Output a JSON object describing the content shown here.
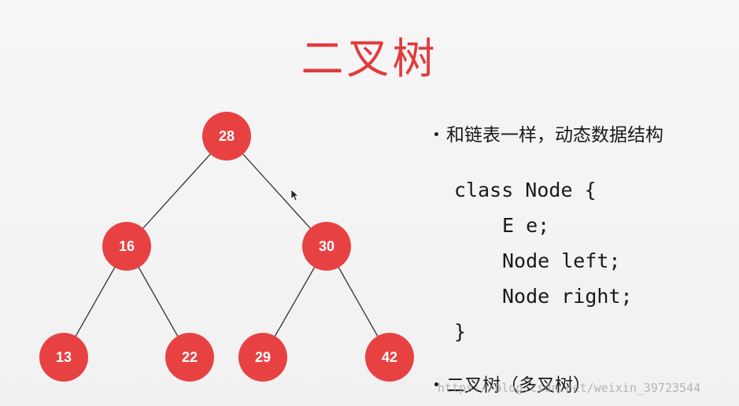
{
  "title": "二叉树",
  "colors": {
    "node_fill": "#e84142",
    "title": "#e23a3d",
    "edge": "#333333"
  },
  "tree": {
    "nodes": [
      {
        "id": "n28",
        "label": "28"
      },
      {
        "id": "n16",
        "label": "16"
      },
      {
        "id": "n30",
        "label": "30"
      },
      {
        "id": "n13",
        "label": "13"
      },
      {
        "id": "n22",
        "label": "22"
      },
      {
        "id": "n29",
        "label": "29"
      },
      {
        "id": "n42",
        "label": "42"
      }
    ],
    "edges": [
      [
        "n28",
        "n16"
      ],
      [
        "n28",
        "n30"
      ],
      [
        "n16",
        "n13"
      ],
      [
        "n16",
        "n22"
      ],
      [
        "n30",
        "n29"
      ],
      [
        "n30",
        "n42"
      ]
    ]
  },
  "bullets": {
    "first": "和链表一样，动态数据结构",
    "second": "二叉树（多叉树）"
  },
  "code": {
    "line1": "class Node {",
    "line2": "E e;",
    "line3": "Node left;",
    "line4": "Node right;",
    "line5": "}"
  },
  "watermark": "https://blog.csdn.net/weixin_39723544"
}
